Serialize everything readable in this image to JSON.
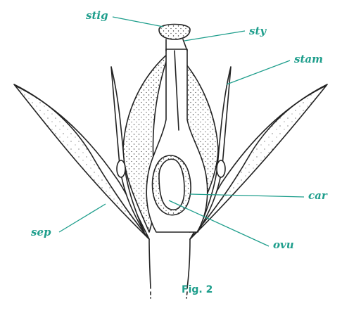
{
  "figure": {
    "caption": "Fig. 2"
  },
  "labels": {
    "stig": "stig",
    "sty": "sty",
    "stam": "stam",
    "car": "car",
    "sep": "sep",
    "ovu": "ovu"
  },
  "colors": {
    "label": "#1e9e8c",
    "leader": "#1e9e8c",
    "ink": "#222222"
  }
}
